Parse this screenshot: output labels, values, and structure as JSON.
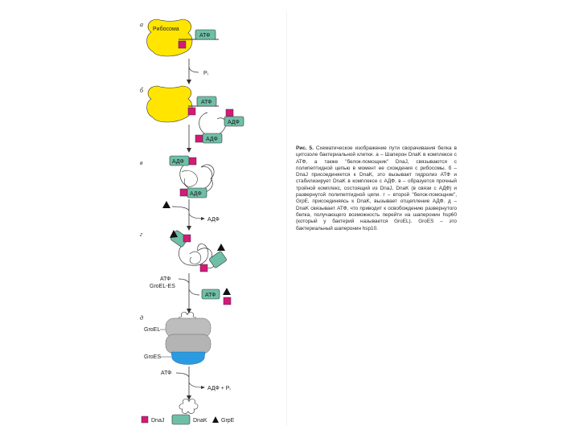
{
  "diagram": {
    "stages": {
      "a": "а",
      "b": "б",
      "v": "в",
      "g": "г",
      "d": "д"
    },
    "labels": {
      "ribosome": "Рибосома",
      "atp": "АТФ",
      "adp": "АДФ",
      "pi": "Pᵢ",
      "atp_flow": "АТФ",
      "adp_flow": "АДФ",
      "atp_groel_es_1": "АТФ",
      "atp_groel_es_2": "GroEL-ES",
      "groel": "GroEL",
      "groes": "GroES",
      "atp_d": "АТФ",
      "adp_pi_d": "АДФ + Pᵢ"
    },
    "legend": [
      {
        "label": "DnaJ",
        "shape": "square",
        "color": "#d6187a"
      },
      {
        "label": "DnaK",
        "shape": "rounded-box",
        "color": "#6fbfa7"
      },
      {
        "label": "GrpE",
        "shape": "triangle",
        "color": "#111111"
      }
    ],
    "colors": {
      "ribosome": "#ffe500",
      "dnaj": "#d6187a",
      "dnak": "#6fbfa7",
      "groel": "#bdbdbd",
      "groes": "#2a9be0"
    }
  },
  "caption": {
    "title": "Рис. 5.",
    "text": "Схематическое изображение пути сворачивания белка в цитозоле бактериальной клетки. а – Шаперон DnaK в комплексе с АТФ, а также \"белок-помощник\" DnaJ, связываются с полипептидной цепью в момент ее схождения с рибосомы. б – DnaJ присоединяется к DnaK, это вызывает гидролиз АТФ и стабилизирует DnaK в комплексе с АДФ. в – образуется прочный тройной комплекс, состоящий из DnaJ, DnaK (в связи с АДФ) и развернутой полипептидной цепи. г – второй \"белок-помощник\", GrpE, присоединяясь к DnaK, вызывает отщепление АДФ. д – DnaK связывает АТФ, что приводит к освобождению развернутого белка, получающего возможность перейти на шаперонин hsp60 (который у бактерий называется GroEL). GroES – это бактериальный шаперонин hsp10."
  }
}
